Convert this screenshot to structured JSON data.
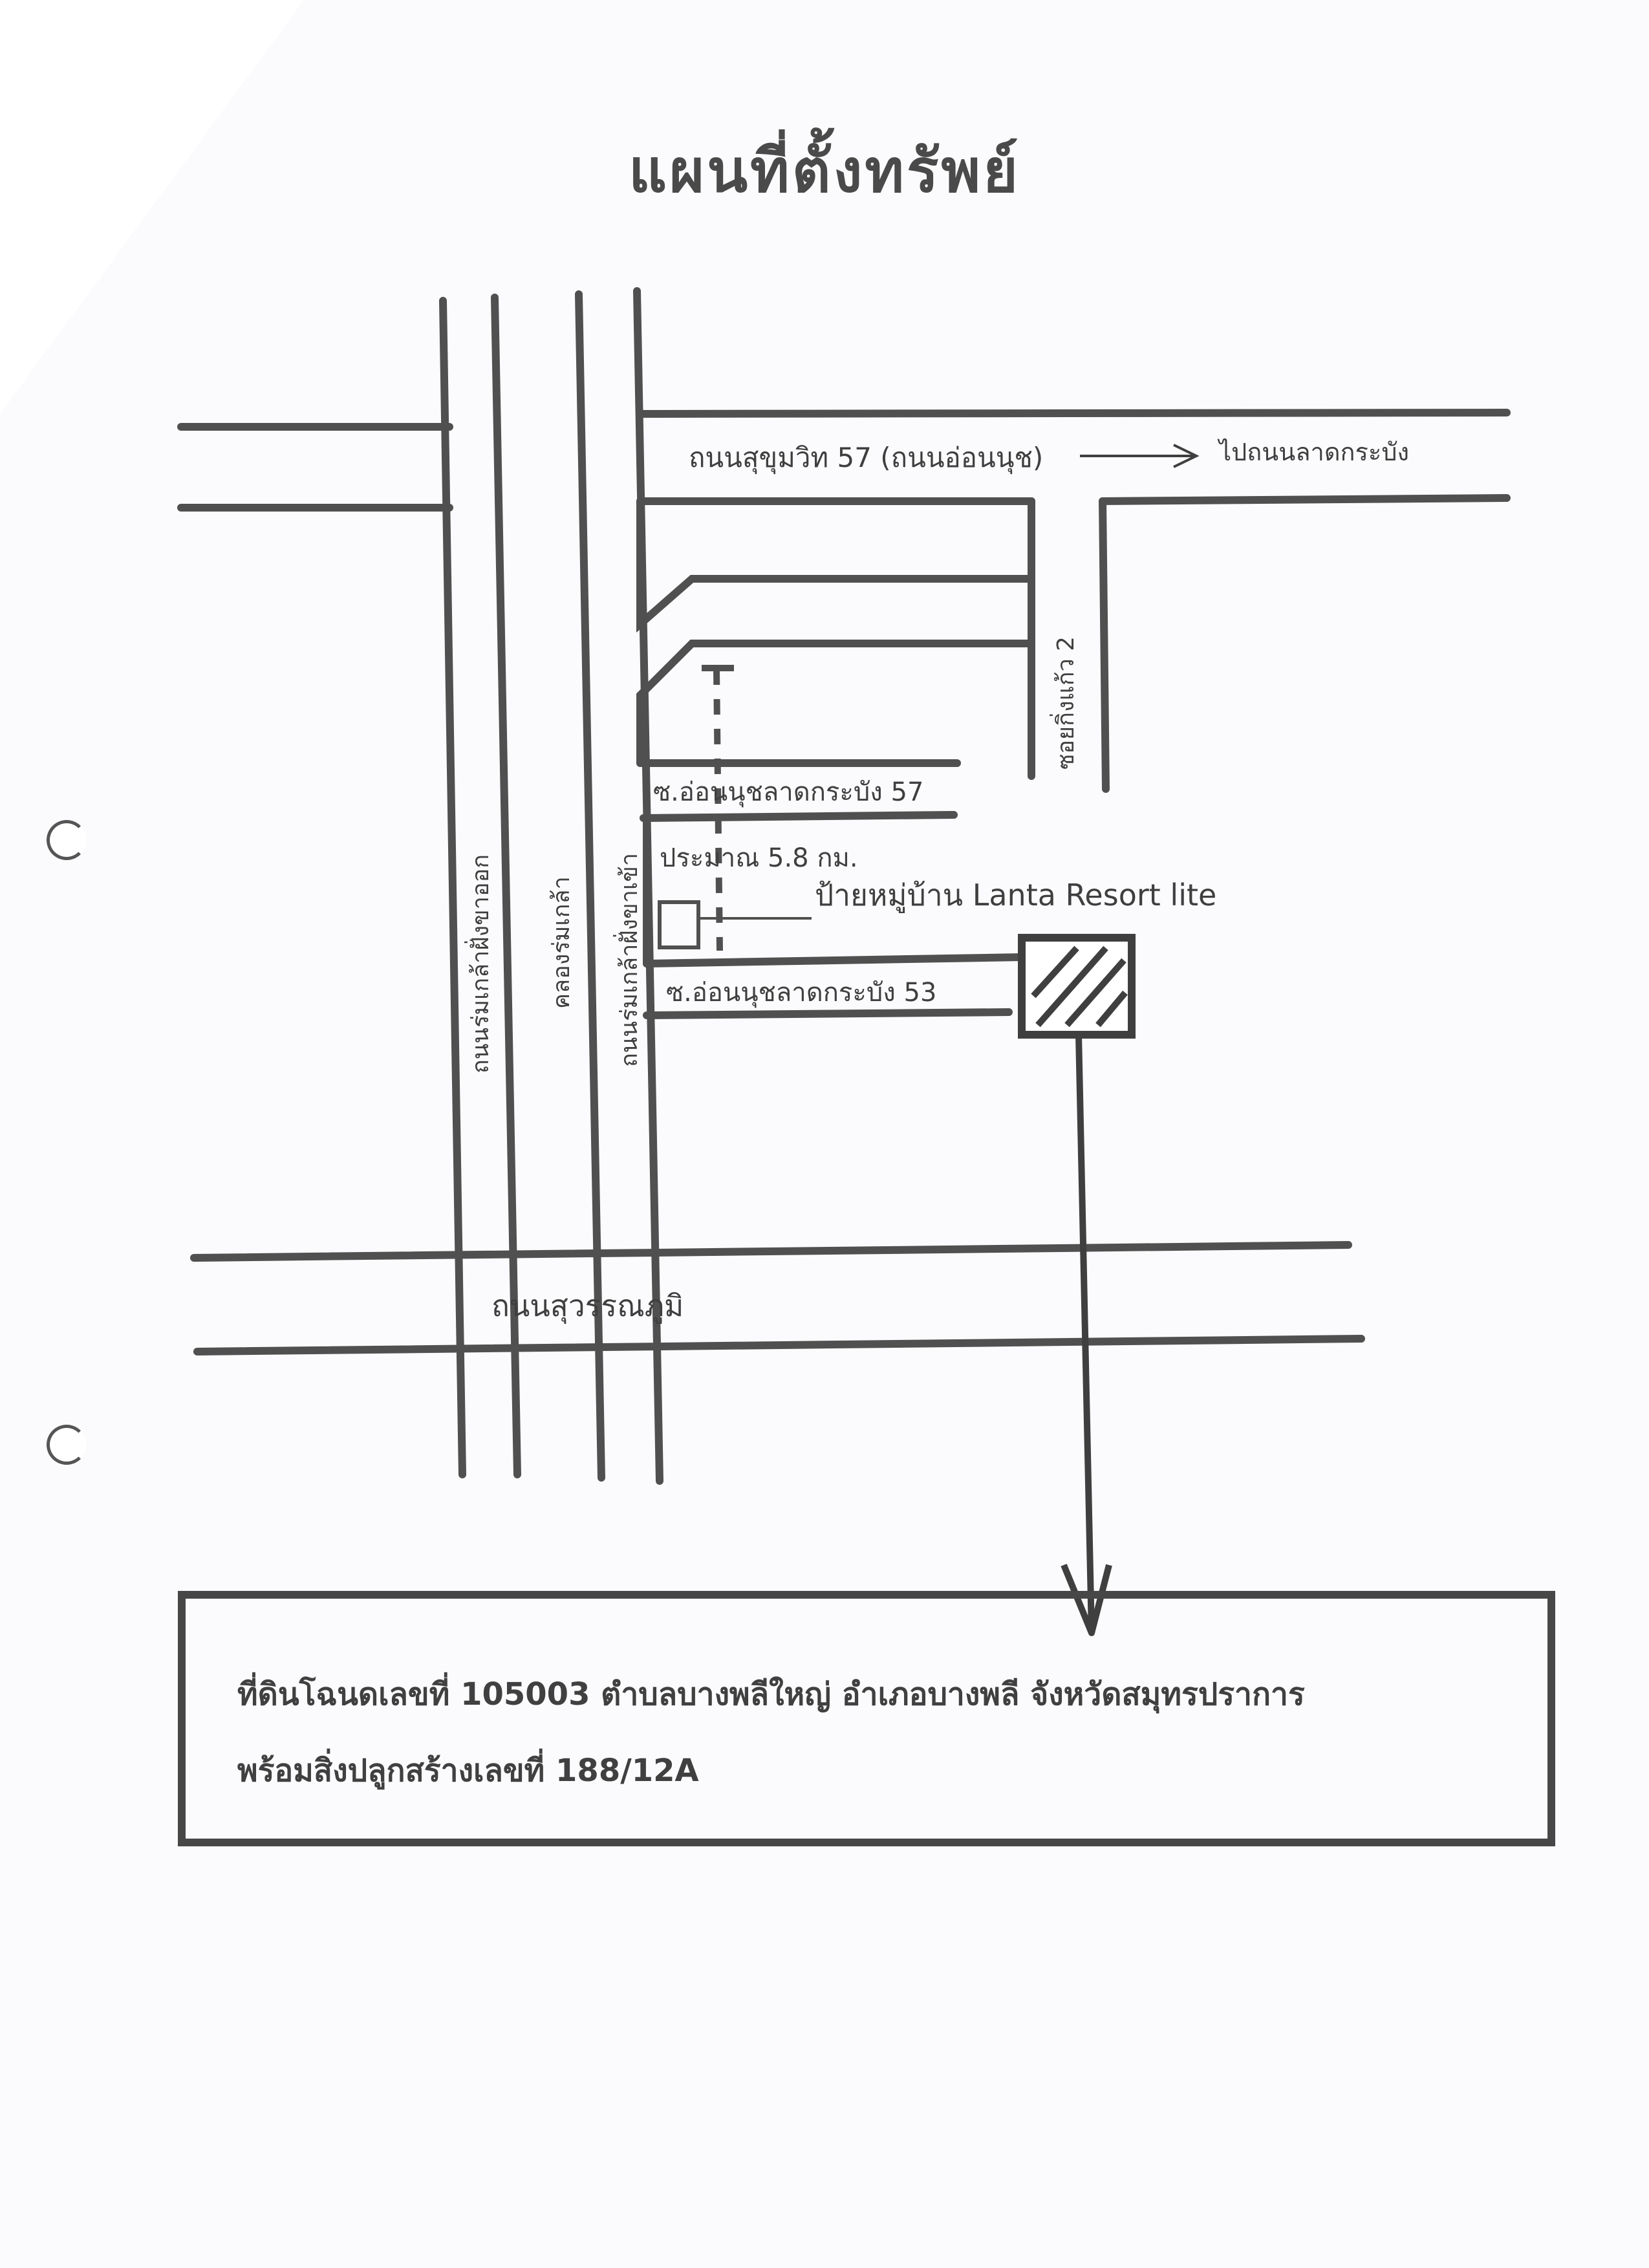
{
  "title": "แผนที่ตั้งทรัพย์",
  "map": {
    "road_top": "ถนนสุขุมวิท 57 (ถนนอ่อนนุช)",
    "road_top_direction": "ไปถนนลาดกระบัง",
    "road_right": "ซอยกิ่งแก้ว 2",
    "soi_upper": "ซ.อ่อนนุชลาดกระบัง 57",
    "soi_lower": "ซ.อ่อนนุชลาดกระบัง 53",
    "distance": "ประมาณ 5.8 กม.",
    "landmark": "ป้ายหมู่บ้าน Lanta Resort lite",
    "road_vertical_1": "ถนนร่มเกล้าฝั่งขาออก",
    "road_vertical_2": "คลองร่มเกล้า",
    "road_vertical_3": "ถนนร่มเกล้าฝั่งขาเข้า",
    "road_bottom": "ถนนสุวรรณภูมิ"
  },
  "description": {
    "line1": "ที่ดินโฉนดเลขที่ 105003 ตำบลบางพลีใหญ่ อำเภอบางพลี จังหวัดสมุทรปราการ",
    "line2": "พร้อมสิ่งปลูกสร้างเลขที่ 188/12A"
  }
}
